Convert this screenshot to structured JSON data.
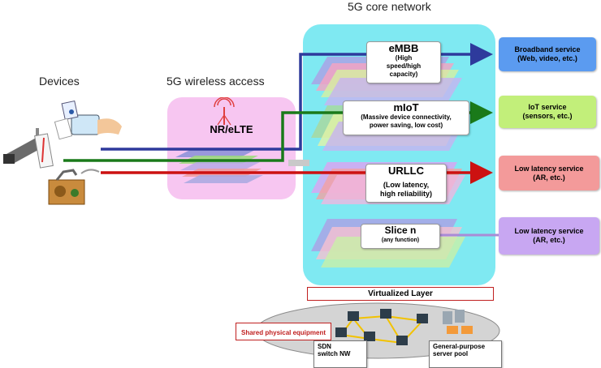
{
  "labels": {
    "devices": "Devices",
    "wireless_access": "5G wireless access",
    "core_network": "5G core network",
    "nr_elte": "NR/eLTE",
    "virtualized_layer": "Virtualized Layer",
    "shared_physical": "Shared physical equipment",
    "sdn_line1": "SDN",
    "sdn_line2": "switch NW",
    "server_line1": "General-purpose",
    "server_line2": "server  pool"
  },
  "slices": [
    {
      "title": "eMBB",
      "sub1": "(High",
      "sub2": "speed/high",
      "sub3": "capacity)"
    },
    {
      "title": "mIoT",
      "sub1": "(Massive device connectivity,",
      "sub2": "power saving, low cost)",
      "sub3": ""
    },
    {
      "title": "URLLC",
      "sub1": "(Low latency,",
      "sub2": "high reliability)",
      "sub3": ""
    },
    {
      "title": "Slice n",
      "sub1": "(any function)",
      "sub2": "",
      "sub3": ""
    }
  ],
  "services": [
    {
      "line1": "Broadband service",
      "line2": "(Web, video, etc.)",
      "color": "#5b9bf0"
    },
    {
      "line1": "IoT service",
      "line2": "(sensors, etc.)",
      "color": "#c2ef7a"
    },
    {
      "line1": "Low latency service",
      "line2": "(AR, etc.)",
      "color": "#f39a9a"
    },
    {
      "line1": "Low latency service",
      "line2": "(AR, etc.)",
      "color": "#c8a7f2"
    }
  ],
  "colors": {
    "embb_line": "#2e3a9c",
    "miot_line": "#1a7a1a",
    "urllc_line": "#cc1111",
    "slice_n_line": "#a98bd6",
    "wireless_panel": "#f7c6f1",
    "core_panel": "#7fe9f2"
  }
}
